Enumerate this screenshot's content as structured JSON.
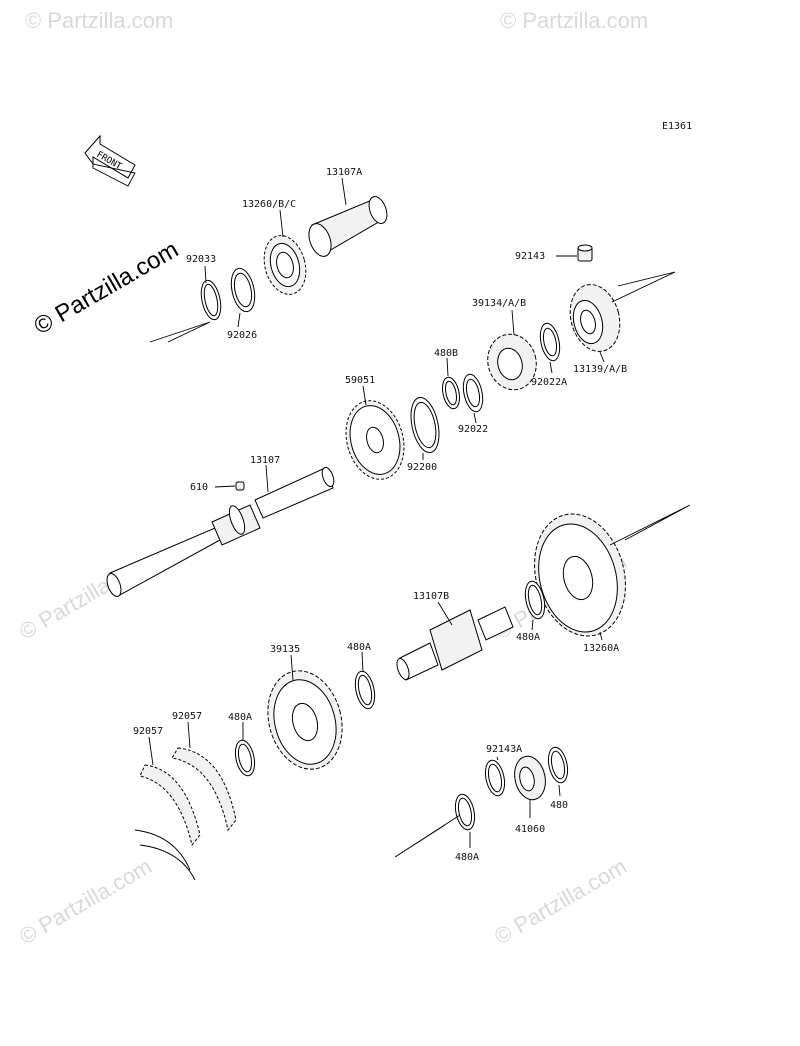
{
  "diagram": {
    "code": "E1361",
    "front_label": "FRONT",
    "watermark_main": "© Partzilla.com",
    "watermark_small": "© Partzilla.com",
    "parts": {
      "p13107A": "13107A",
      "p13260BC": "13260/B/C",
      "p92033": "92033",
      "p92026": "92026",
      "p92143": "92143",
      "p39134AB": "39134/A/B",
      "p480B": "480B",
      "p92022A": "92022A",
      "p13139AB": "13139/A/B",
      "p59051": "59051",
      "p92022": "92022",
      "p92200": "92200",
      "p13107": "13107",
      "p610": "610",
      "p13107B": "13107B",
      "p480A_1": "480A",
      "p13260A": "13260A",
      "p39135": "39135",
      "p480A_2": "480A",
      "p92057_1": "92057",
      "p92057_2": "92057",
      "p480A_3": "480A",
      "p92143A": "92143A",
      "p41060": "41060",
      "p480": "480",
      "p480A_4": "480A"
    }
  }
}
